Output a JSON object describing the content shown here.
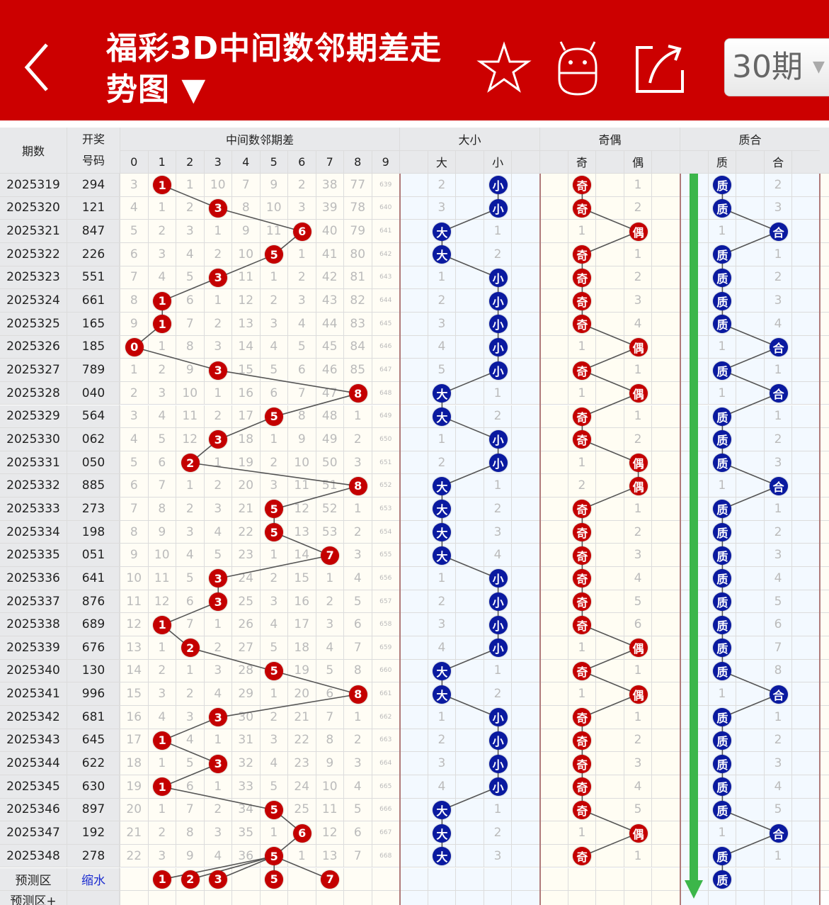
{
  "header": {
    "title": "福彩3D中间数邻期差走势图 ▼",
    "period_select": "30期",
    "icons": [
      "back-chevron-icon",
      "star-icon",
      "android-icon",
      "share-icon"
    ]
  },
  "colors": {
    "brand": "#cc0000",
    "red_ball": "#c40000",
    "blue_ball": "#0a1aa0",
    "arrow": "#3cb64a"
  },
  "table": {
    "col_period": "期数",
    "col_number": "开奖号码",
    "group_diff": "中间数邻期差",
    "diff_cols": [
      "0",
      "1",
      "2",
      "3",
      "4",
      "5",
      "6",
      "7",
      "8",
      "9"
    ],
    "group_bs": "大小",
    "bs_cols": [
      "大",
      "小"
    ],
    "group_oe": "奇偶",
    "oe_cols": [
      "奇",
      "偶"
    ],
    "group_pc": "质合",
    "pc_cols": [
      "质",
      "合"
    ],
    "predict_label": "预测区",
    "predict_link": "缩水",
    "predict_plus_label": "预测区+",
    "predict_diff": [
      1,
      2,
      3,
      5,
      7
    ],
    "predict_pc": "质"
  },
  "chart_data": {
    "type": "table",
    "rows": [
      {
        "period": "2025319",
        "number": "294",
        "diff": [
          "3",
          "1",
          "1",
          "10",
          "7",
          "9",
          "2",
          "38",
          "77",
          "639"
        ],
        "hit": 1,
        "bs": [
          "2",
          "小"
        ],
        "oe": [
          "奇",
          "1"
        ],
        "pc": [
          "质",
          "2"
        ]
      },
      {
        "period": "2025320",
        "number": "121",
        "diff": [
          "4",
          "1",
          "2",
          "3",
          "8",
          "10",
          "3",
          "39",
          "78",
          "640"
        ],
        "hit": 3,
        "bs": [
          "3",
          "小"
        ],
        "oe": [
          "奇",
          "2"
        ],
        "pc": [
          "质",
          "3"
        ]
      },
      {
        "period": "2025321",
        "number": "847",
        "diff": [
          "5",
          "2",
          "3",
          "1",
          "9",
          "11",
          "6",
          "40",
          "79",
          "641"
        ],
        "hit": 6,
        "bs": [
          "大",
          "1"
        ],
        "oe": [
          "1",
          "偶"
        ],
        "pc": [
          "1",
          "合"
        ]
      },
      {
        "period": "2025322",
        "number": "226",
        "diff": [
          "6",
          "3",
          "4",
          "2",
          "10",
          "5",
          "1",
          "41",
          "80",
          "642"
        ],
        "hit": 5,
        "bs": [
          "大",
          "2"
        ],
        "oe": [
          "奇",
          "1"
        ],
        "pc": [
          "质",
          "1"
        ]
      },
      {
        "period": "2025323",
        "number": "551",
        "diff": [
          "7",
          "4",
          "5",
          "3",
          "11",
          "1",
          "2",
          "42",
          "81",
          "643"
        ],
        "hit": 3,
        "bs": [
          "1",
          "小"
        ],
        "oe": [
          "奇",
          "2"
        ],
        "pc": [
          "质",
          "2"
        ]
      },
      {
        "period": "2025324",
        "number": "661",
        "diff": [
          "8",
          "1",
          "6",
          "1",
          "12",
          "2",
          "3",
          "43",
          "82",
          "644"
        ],
        "hit": 1,
        "bs": [
          "2",
          "小"
        ],
        "oe": [
          "奇",
          "3"
        ],
        "pc": [
          "质",
          "3"
        ]
      },
      {
        "period": "2025325",
        "number": "165",
        "diff": [
          "9",
          "1",
          "7",
          "2",
          "13",
          "3",
          "4",
          "44",
          "83",
          "645"
        ],
        "hit": 1,
        "bs": [
          "3",
          "小"
        ],
        "oe": [
          "奇",
          "4"
        ],
        "pc": [
          "质",
          "4"
        ]
      },
      {
        "period": "2025326",
        "number": "185",
        "diff": [
          "0",
          "1",
          "8",
          "3",
          "14",
          "4",
          "5",
          "45",
          "84",
          "646"
        ],
        "hit": 0,
        "bs": [
          "4",
          "小"
        ],
        "oe": [
          "1",
          "偶"
        ],
        "pc": [
          "1",
          "合"
        ]
      },
      {
        "period": "2025327",
        "number": "789",
        "diff": [
          "1",
          "2",
          "9",
          "3",
          "15",
          "5",
          "6",
          "46",
          "85",
          "647"
        ],
        "hit": 3,
        "bs": [
          "5",
          "小"
        ],
        "oe": [
          "奇",
          "1"
        ],
        "pc": [
          "质",
          "1"
        ]
      },
      {
        "period": "2025328",
        "number": "040",
        "diff": [
          "2",
          "3",
          "10",
          "1",
          "16",
          "6",
          "7",
          "47",
          "8",
          "648"
        ],
        "hit": 8,
        "bs": [
          "大",
          "1"
        ],
        "oe": [
          "1",
          "偶"
        ],
        "pc": [
          "1",
          "合"
        ]
      },
      {
        "period": "2025329",
        "number": "564",
        "diff": [
          "3",
          "4",
          "11",
          "2",
          "17",
          "5",
          "8",
          "48",
          "1",
          "649"
        ],
        "hit": 5,
        "bs": [
          "大",
          "2"
        ],
        "oe": [
          "奇",
          "1"
        ],
        "pc": [
          "质",
          "1"
        ]
      },
      {
        "period": "2025330",
        "number": "062",
        "diff": [
          "4",
          "5",
          "12",
          "3",
          "18",
          "1",
          "9",
          "49",
          "2",
          "650"
        ],
        "hit": 3,
        "bs": [
          "1",
          "小"
        ],
        "oe": [
          "奇",
          "2"
        ],
        "pc": [
          "质",
          "2"
        ]
      },
      {
        "period": "2025331",
        "number": "050",
        "diff": [
          "5",
          "6",
          "2",
          "1",
          "19",
          "2",
          "10",
          "50",
          "3",
          "651"
        ],
        "hit": 2,
        "bs": [
          "2",
          "小"
        ],
        "oe": [
          "1",
          "偶"
        ],
        "pc": [
          "质",
          "3"
        ]
      },
      {
        "period": "2025332",
        "number": "885",
        "diff": [
          "6",
          "7",
          "1",
          "2",
          "20",
          "3",
          "11",
          "51",
          "8",
          "652"
        ],
        "hit": 8,
        "bs": [
          "大",
          "1"
        ],
        "oe": [
          "2",
          "偶"
        ],
        "pc": [
          "1",
          "合"
        ]
      },
      {
        "period": "2025333",
        "number": "273",
        "diff": [
          "7",
          "8",
          "2",
          "3",
          "21",
          "5",
          "12",
          "52",
          "1",
          "653"
        ],
        "hit": 5,
        "bs": [
          "大",
          "2"
        ],
        "oe": [
          "奇",
          "1"
        ],
        "pc": [
          "质",
          "1"
        ]
      },
      {
        "period": "2025334",
        "number": "198",
        "diff": [
          "8",
          "9",
          "3",
          "4",
          "22",
          "5",
          "13",
          "53",
          "2",
          "654"
        ],
        "hit": 5,
        "bs": [
          "大",
          "3"
        ],
        "oe": [
          "奇",
          "2"
        ],
        "pc": [
          "质",
          "2"
        ]
      },
      {
        "period": "2025335",
        "number": "051",
        "diff": [
          "9",
          "10",
          "4",
          "5",
          "23",
          "1",
          "14",
          "7",
          "3",
          "655"
        ],
        "hit": 7,
        "bs": [
          "大",
          "4"
        ],
        "oe": [
          "奇",
          "3"
        ],
        "pc": [
          "质",
          "3"
        ]
      },
      {
        "period": "2025336",
        "number": "641",
        "diff": [
          "10",
          "11",
          "5",
          "3",
          "24",
          "2",
          "15",
          "1",
          "4",
          "656"
        ],
        "hit": 3,
        "bs": [
          "1",
          "小"
        ],
        "oe": [
          "奇",
          "4"
        ],
        "pc": [
          "质",
          "4"
        ]
      },
      {
        "period": "2025337",
        "number": "876",
        "diff": [
          "11",
          "12",
          "6",
          "3",
          "25",
          "3",
          "16",
          "2",
          "5",
          "657"
        ],
        "hit": 3,
        "bs": [
          "2",
          "小"
        ],
        "oe": [
          "奇",
          "5"
        ],
        "pc": [
          "质",
          "5"
        ]
      },
      {
        "period": "2025338",
        "number": "689",
        "diff": [
          "12",
          "1",
          "7",
          "1",
          "26",
          "4",
          "17",
          "3",
          "6",
          "658"
        ],
        "hit": 1,
        "bs": [
          "3",
          "小"
        ],
        "oe": [
          "奇",
          "6"
        ],
        "pc": [
          "质",
          "6"
        ]
      },
      {
        "period": "2025339",
        "number": "676",
        "diff": [
          "13",
          "1",
          "2",
          "2",
          "27",
          "5",
          "18",
          "4",
          "7",
          "659"
        ],
        "hit": 2,
        "bs": [
          "4",
          "小"
        ],
        "oe": [
          "1",
          "偶"
        ],
        "pc": [
          "质",
          "7"
        ]
      },
      {
        "period": "2025340",
        "number": "130",
        "diff": [
          "14",
          "2",
          "1",
          "3",
          "28",
          "5",
          "19",
          "5",
          "8",
          "660"
        ],
        "hit": 5,
        "bs": [
          "大",
          "1"
        ],
        "oe": [
          "奇",
          "1"
        ],
        "pc": [
          "质",
          "8"
        ]
      },
      {
        "period": "2025341",
        "number": "996",
        "diff": [
          "15",
          "3",
          "2",
          "4",
          "29",
          "1",
          "20",
          "6",
          "8",
          "661"
        ],
        "hit": 8,
        "bs": [
          "大",
          "2"
        ],
        "oe": [
          "1",
          "偶"
        ],
        "pc": [
          "1",
          "合"
        ]
      },
      {
        "period": "2025342",
        "number": "681",
        "diff": [
          "16",
          "4",
          "3",
          "3",
          "30",
          "2",
          "21",
          "7",
          "1",
          "662"
        ],
        "hit": 3,
        "bs": [
          "1",
          "小"
        ],
        "oe": [
          "奇",
          "1"
        ],
        "pc": [
          "质",
          "1"
        ]
      },
      {
        "period": "2025343",
        "number": "645",
        "diff": [
          "17",
          "1",
          "4",
          "1",
          "31",
          "3",
          "22",
          "8",
          "2",
          "663"
        ],
        "hit": 1,
        "bs": [
          "2",
          "小"
        ],
        "oe": [
          "奇",
          "2"
        ],
        "pc": [
          "质",
          "2"
        ]
      },
      {
        "period": "2025344",
        "number": "622",
        "diff": [
          "18",
          "1",
          "5",
          "3",
          "32",
          "4",
          "23",
          "9",
          "3",
          "664"
        ],
        "hit": 3,
        "bs": [
          "3",
          "小"
        ],
        "oe": [
          "奇",
          "3"
        ],
        "pc": [
          "质",
          "3"
        ]
      },
      {
        "period": "2025345",
        "number": "630",
        "diff": [
          "19",
          "1",
          "6",
          "1",
          "33",
          "5",
          "24",
          "10",
          "4",
          "665"
        ],
        "hit": 1,
        "bs": [
          "4",
          "小"
        ],
        "oe": [
          "奇",
          "4"
        ],
        "pc": [
          "质",
          "4"
        ]
      },
      {
        "period": "2025346",
        "number": "897",
        "diff": [
          "20",
          "1",
          "7",
          "2",
          "34",
          "5",
          "25",
          "11",
          "5",
          "666"
        ],
        "hit": 5,
        "bs": [
          "大",
          "1"
        ],
        "oe": [
          "奇",
          "5"
        ],
        "pc": [
          "质",
          "5"
        ]
      },
      {
        "period": "2025347",
        "number": "192",
        "diff": [
          "21",
          "2",
          "8",
          "3",
          "35",
          "1",
          "6",
          "12",
          "6",
          "667"
        ],
        "hit": 6,
        "bs": [
          "大",
          "2"
        ],
        "oe": [
          "1",
          "偶"
        ],
        "pc": [
          "1",
          "合"
        ]
      },
      {
        "period": "2025348",
        "number": "278",
        "diff": [
          "22",
          "3",
          "9",
          "4",
          "36",
          "5",
          "1",
          "13",
          "7",
          "668"
        ],
        "hit": 5,
        "bs": [
          "大",
          "3"
        ],
        "oe": [
          "奇",
          "1"
        ],
        "pc": [
          "质",
          "1"
        ]
      }
    ]
  }
}
